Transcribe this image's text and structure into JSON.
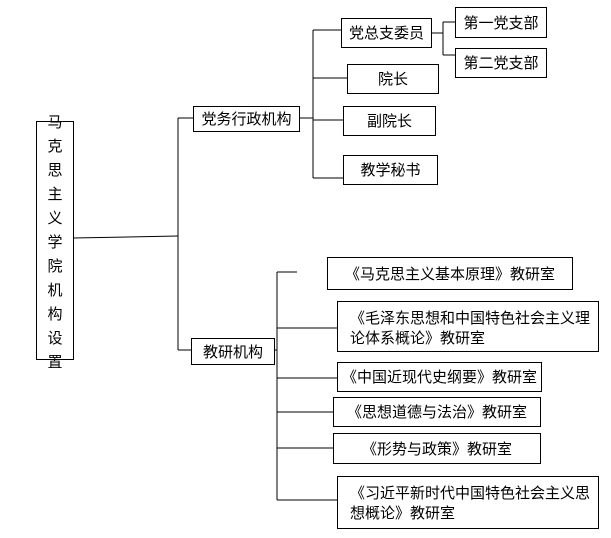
{
  "root": {
    "label": "马克思主义学院机构设置",
    "chars": [
      "马",
      "克",
      "思",
      "主",
      "义",
      "学",
      "院",
      "机",
      "构",
      "设",
      "置"
    ]
  },
  "branches": {
    "admin": {
      "label": "党务行政机构",
      "children": {
        "party_committee": {
          "label": "党总支委员",
          "children": [
            "第一党支部",
            "第二党支部"
          ]
        },
        "dean": "院长",
        "vice_dean": "副院长",
        "secretary": "教学秘书"
      }
    },
    "teaching": {
      "label": "教研机构",
      "children": [
        "《马克思主义基本原理》教研室",
        "《毛泽东思想和中国特色社会主义理论体系概论》教研室",
        "《中国近现代史纲要》教研室",
        "《思想道德与法治》教研室",
        "《形势与政策》教研室",
        "《习近平新时代中国特色社会主义思想概论》教研室"
      ]
    }
  }
}
